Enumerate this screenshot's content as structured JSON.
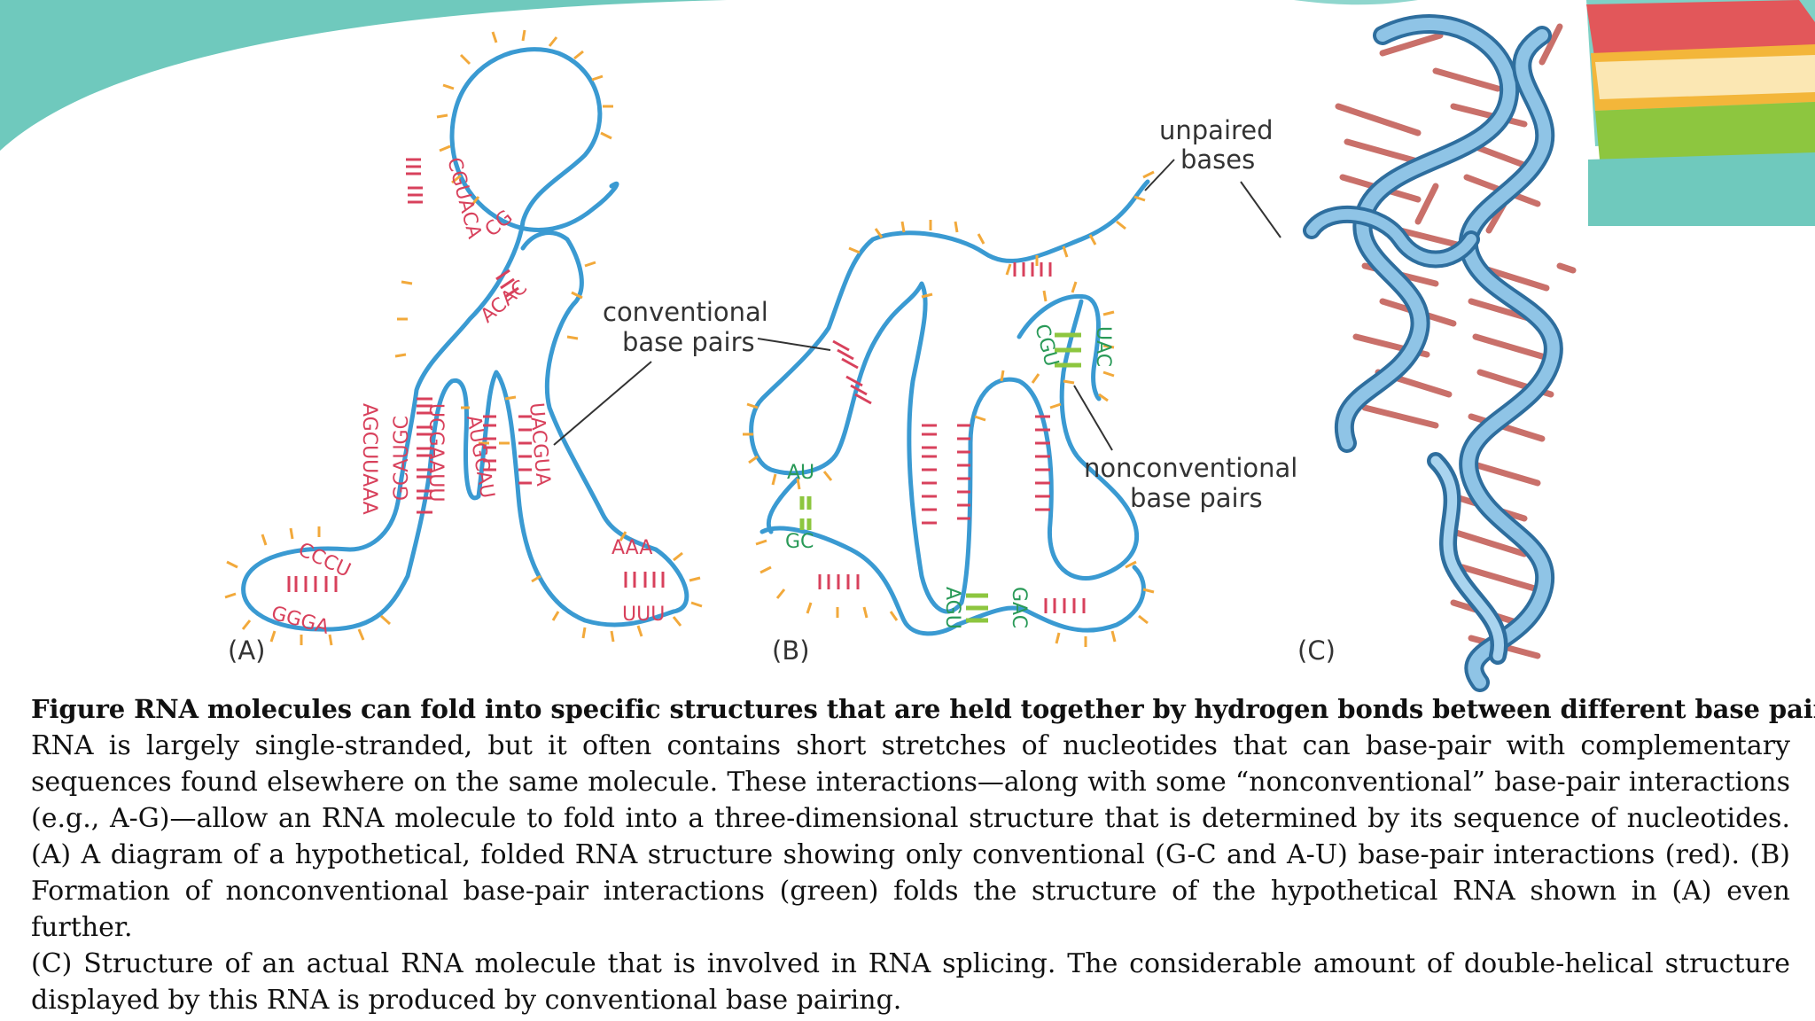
{
  "colors": {
    "backbone": "#3a9ad2",
    "unpaired_tick": "#f2a93b",
    "conventional_pair": "#d8415c",
    "nonconventional_pair": "#2a9a58",
    "decor_teal": "#6fc9bd"
  },
  "panels": {
    "a": {
      "label": "(A)"
    },
    "b": {
      "label": "(B)"
    },
    "c": {
      "label": "(C)"
    }
  },
  "annotations": {
    "conventional": {
      "line1": "conventional",
      "line2": "base pairs"
    },
    "nonconventional": {
      "line1": "nonconventional",
      "line2": "base pairs"
    },
    "unpaired": {
      "line1": "unpaired",
      "line2": "bases"
    }
  },
  "panel_a_sequences": [
    "GCAUGC",
    "CGUACA",
    "CG",
    "ACAC",
    "AGCUUAAA",
    "UCGAAUU",
    "AUGCAU",
    "UACGUA",
    "CCCU",
    "GGGA",
    "AAA",
    "UUU"
  ],
  "panel_b_sequences": [
    "AU",
    "GC",
    "AGU",
    "GAC",
    "CGU",
    "UAC"
  ],
  "caption": {
    "title": "Figure RNA molecules can fold into specific structures that are held together by hydrogen bonds between different base pairs.",
    "lines": [
      "RNA is largely single-stranded, but it often contains short stretches of nucleotides that can base-pair with complementary",
      "sequences found elsewhere on the same molecule. These interactions—along with some “nonconventional” base-pair interactions",
      "(e.g., A-G)—allow an RNA molecule to fold into a three-dimensional structure that is determined by its sequence of nucleotides.",
      "(A) A diagram of a hypothetical, folded RNA structure showing only conventional (G-C and A-U) base-pair interactions (red). (B)",
      "Formation of nonconventional base-pair interactions (green) folds the structure of the hypothetical RNA shown in (A) even further.",
      "(C) Structure of an actual RNA molecule that is involved in RNA splicing. The considerable amount of double-helical structure",
      "displayed by this RNA is produced by conventional base pairing."
    ]
  }
}
